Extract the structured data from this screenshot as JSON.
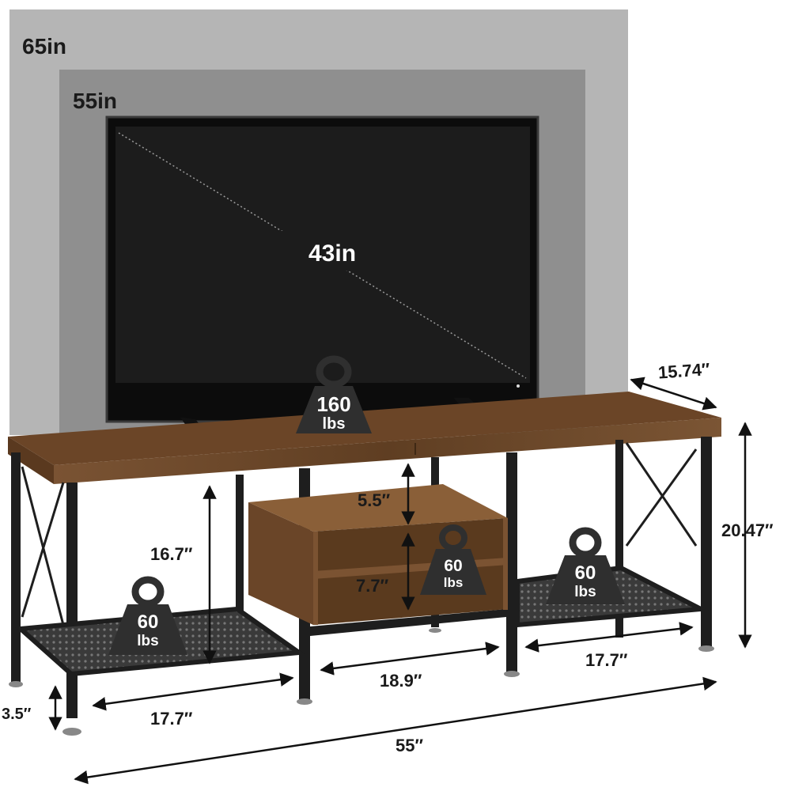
{
  "screens": {
    "size_65": "65in",
    "size_55": "55in",
    "size_43": "43in"
  },
  "dimensions": {
    "depth": "15.74″",
    "total_height": "20.47″",
    "lower_shelf_height": "16.7″",
    "upper_cubby_height": "5.5″",
    "lower_cubby_height": "7.7″",
    "leg_height": "3.5″",
    "left_width": "17.7″",
    "center_width": "18.9″",
    "right_width": "17.7″",
    "total_width": "55″"
  },
  "weights": {
    "top": {
      "value": "160",
      "unit": "lbs"
    },
    "left": {
      "value": "60",
      "unit": "lbs"
    },
    "cubby": {
      "value": "60",
      "unit": "lbs"
    },
    "right": {
      "value": "60",
      "unit": "lbs"
    }
  },
  "colors": {
    "screen_65": "#b5b5b5",
    "screen_55": "#8f8f8f",
    "tv_panel": "#151515",
    "wood": "#6e4a2c",
    "metal": "#1e1e1e",
    "weight": "#2f2f2f"
  },
  "icons": {
    "weight": "kettlebell-weight-icon",
    "arrow": "double-arrow-icon"
  }
}
